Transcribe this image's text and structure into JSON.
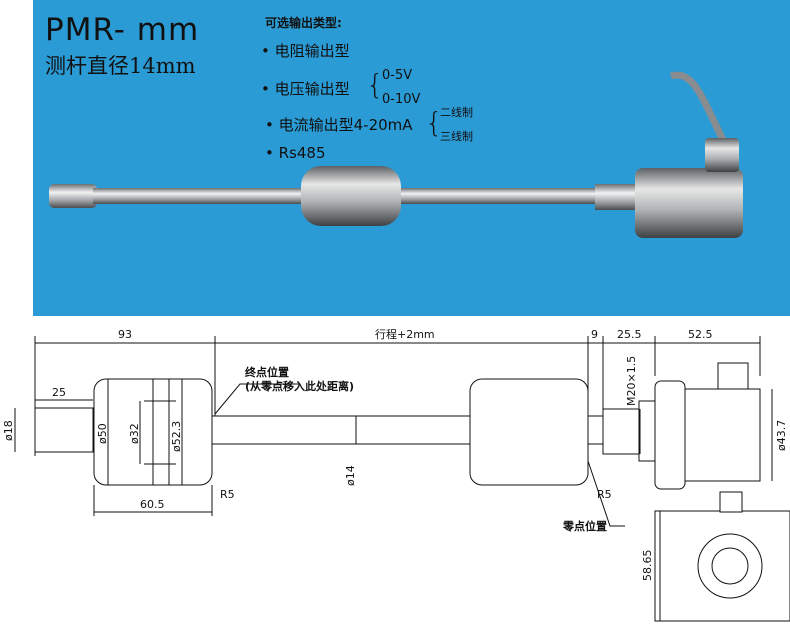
{
  "banner": {
    "title": "PMR- mm",
    "subtitle": "测杆直径14mm",
    "options_title": "可选输出类型:",
    "options": [
      "• 电阻输出型",
      "• 电压输出型",
      "• 电流输出型4-20mA",
      "• Rs485"
    ],
    "voltage_ranges": [
      "0-5V",
      "0-10V"
    ],
    "current_wiring": [
      "二线制",
      "三线制"
    ],
    "background_color": "#2a9bd5"
  },
  "drawing": {
    "dims": {
      "top_left": "93",
      "stroke": "行程+2mm",
      "nine": "9",
      "twenty_five_five": "25.5",
      "fifty_two_five": "52.5",
      "twenty_five": "25",
      "sixty_five": "60.5",
      "d18": "ø18",
      "d50": "ø50",
      "d32": "ø32",
      "d52_3": "ø52.3",
      "d14": "ø14",
      "d43_7": "ø43.7",
      "thread": "M20×1.5",
      "fifty_eight": "58.65",
      "r5_left": "R5",
      "r5_right": "R5"
    },
    "end_label": "终点位置",
    "end_sub": "(从零点移入此处距离)",
    "zero_label": "零点位置"
  }
}
